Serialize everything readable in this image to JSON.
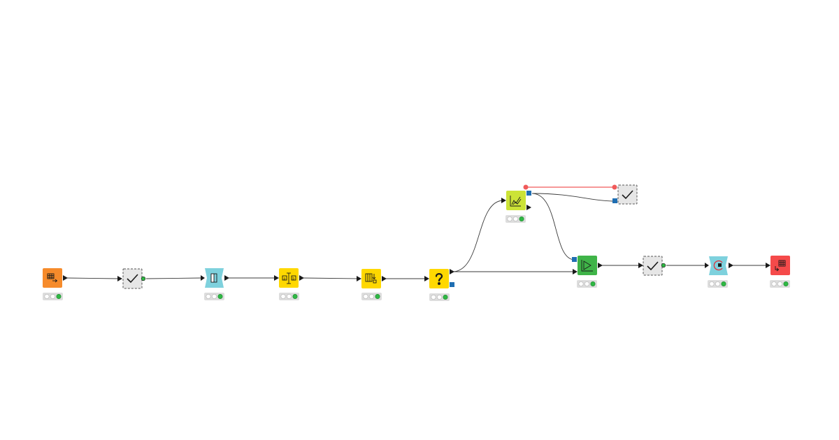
{
  "colors": {
    "reader": "#f68b2b",
    "manipulator": "#ffd800",
    "learner": "#3fb448",
    "predictor": "#cce337",
    "other": "#7ed1dd",
    "writer": "#f54a4a",
    "component": "#e6e6e6",
    "connection": "#3a3a3a",
    "flow_variable": "#f05a5a",
    "port_model": "#1f6eb2",
    "status_ok": "#2fb844"
  },
  "nodes": [
    {
      "id": "n1",
      "category": "reader",
      "icon": "table-reader-icon"
    },
    {
      "id": "n2",
      "category": "component",
      "icon": "checkmark-icon"
    },
    {
      "id": "n3",
      "category": "other",
      "icon": "column-filter-icon"
    },
    {
      "id": "n4",
      "category": "manipulator",
      "icon": "string-manipulation-icon"
    },
    {
      "id": "n5",
      "category": "manipulator",
      "icon": "column-append-icon"
    },
    {
      "id": "n6",
      "category": "manipulator",
      "icon": "question-mark-icon"
    },
    {
      "id": "n7",
      "category": "predictor",
      "icon": "scorer-chart-icon"
    },
    {
      "id": "n8",
      "category": "component",
      "icon": "checkmark-icon"
    },
    {
      "id": "n9",
      "category": "learner",
      "icon": "learner-icon"
    },
    {
      "id": "n10",
      "category": "component",
      "icon": "checkmark-icon"
    },
    {
      "id": "n11",
      "category": "other",
      "icon": "loop-icon"
    },
    {
      "id": "n12",
      "category": "writer",
      "icon": "table-writer-icon"
    }
  ],
  "connections": [
    [
      "n1",
      "n2"
    ],
    [
      "n2",
      "n3"
    ],
    [
      "n3",
      "n4"
    ],
    [
      "n4",
      "n5"
    ],
    [
      "n5",
      "n6"
    ],
    [
      "n6",
      "n7"
    ],
    [
      "n6",
      "n9"
    ],
    [
      "n7",
      "n8"
    ],
    [
      "n7",
      "n9"
    ],
    [
      "n9",
      "n10"
    ],
    [
      "n10",
      "n11"
    ],
    [
      "n11",
      "n12"
    ]
  ],
  "flow_variable_connections": [
    [
      "n7",
      "n8"
    ]
  ]
}
